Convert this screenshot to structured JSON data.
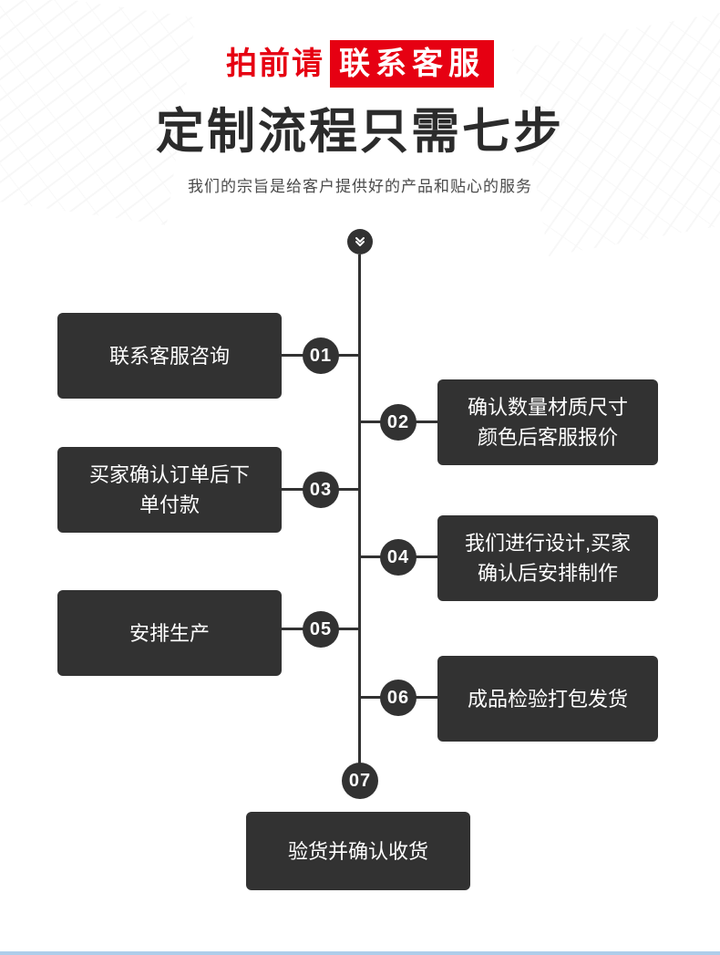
{
  "header": {
    "notice_prefix": "拍前请",
    "notice_highlight": "联系客服",
    "title": "定制流程只需七步",
    "subtitle": "我们的宗旨是给客户提供好的产品和贴心的服务"
  },
  "flow": {
    "start_icon": "chevron-down-icon",
    "steps": [
      {
        "num": "01",
        "label": "联系客服咨询",
        "side": "left"
      },
      {
        "num": "02",
        "label": "确认数量材质尺寸颜色后客服报价",
        "side": "right"
      },
      {
        "num": "03",
        "label": "买家确认订单后下单付款",
        "side": "left"
      },
      {
        "num": "04",
        "label": "我们进行设计,买家确认后安排制作",
        "side": "right"
      },
      {
        "num": "05",
        "label": "安排生产",
        "side": "left"
      },
      {
        "num": "06",
        "label": "成品检验打包发货",
        "side": "right"
      },
      {
        "num": "07",
        "label": "验货并确认收货",
        "side": "bottom"
      }
    ]
  },
  "colors": {
    "accent_red": "#e60012",
    "box_dark": "#323232",
    "title_dark": "#2b2b2b",
    "footer_blue": "#aecdea"
  }
}
